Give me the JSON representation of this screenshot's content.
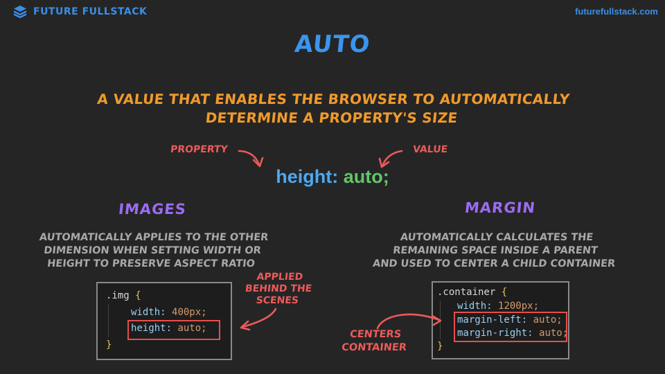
{
  "header": {
    "brand": "FUTURE FULLSTACK",
    "site": "futurefullstack.com",
    "logo_icon": "stacked-layers-icon"
  },
  "title": "AUTO",
  "subtitle": {
    "line1": "A VALUE THAT ENABLES THE BROWSER TO AUTOMATICALLY",
    "line2": "DETERMINE A PROPERTY'S SIZE"
  },
  "annotations": {
    "property": "PROPERTY",
    "value": "VALUE",
    "applied_line1": "APPLIED",
    "applied_line2": "BEHIND THE",
    "applied_line3": "SCENES",
    "centers_line1": "CENTERS",
    "centers_line2": "CONTAINER"
  },
  "example": {
    "property": "height:",
    "value": "auto;"
  },
  "images": {
    "title": "IMAGES",
    "desc_line1": "AUTOMATICALLY APPLIES TO THE OTHER",
    "desc_line2": "DIMENSION WHEN SETTING WIDTH OR",
    "desc_line3": "HEIGHT TO PRESERVE ASPECT RATIO",
    "code": {
      "selector": ".img",
      "open": "{",
      "close": "}",
      "width_prop": "width:",
      "width_val": "400px;",
      "height_prop": "height:",
      "height_val": "auto;"
    }
  },
  "margin": {
    "title": "MARGIN",
    "desc_line1": "AUTOMATICALLY CALCULATES THE",
    "desc_line2": "REMAINING SPACE INSIDE A PARENT",
    "desc_line3": "AND USED TO CENTER A CHILD CONTAINER",
    "code": {
      "selector": ".container",
      "open": "{",
      "close": "}",
      "width_prop": "width:",
      "width_val": "1200px;",
      "ml_prop": "margin-left:",
      "ml_val": "auto;",
      "mr_prop": "margin-right:",
      "mr_val": "auto;"
    }
  },
  "colors": {
    "background": "#252525",
    "brand_blue": "#3b8ee8",
    "orange": "#f09a2b",
    "red": "#ec5a5a",
    "purple": "#9b6cf0",
    "green": "#62c66a"
  }
}
